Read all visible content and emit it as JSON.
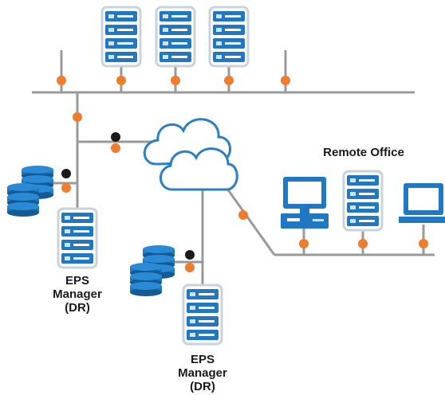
{
  "labels": {
    "remote_office": "Remote Office",
    "eps_left": [
      "EPS",
      "Manager",
      "(DR)"
    ],
    "eps_center": [
      "EPS",
      "Manager",
      "(DR)"
    ]
  },
  "colors": {
    "line": "#9a9a9a",
    "node": "#f07d2e",
    "black_node": "#1a1a1a",
    "server_blue": "#1f78c1",
    "server_frame": "#c9d3dc",
    "cloud_stroke": "#2b7fc3",
    "db_blue": "#1f78c1",
    "db_dark": "#155a92"
  },
  "icons": [
    "server-icon",
    "database-icon",
    "cloud-icon",
    "desktop-computer-icon",
    "laptop-icon"
  ]
}
